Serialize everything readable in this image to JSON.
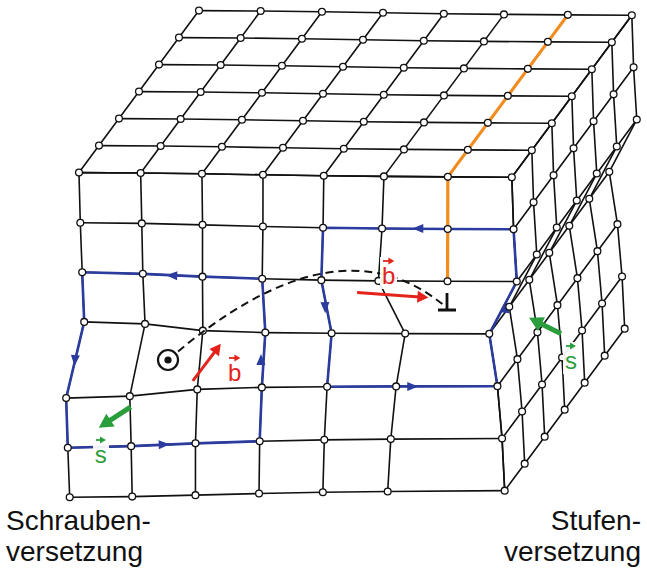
{
  "diagram": {
    "labels": [
      "b",
      "s",
      "b",
      "s",
      "Schrauben- versetzung",
      "Stufen- versetzung"
    ]
  }
}
